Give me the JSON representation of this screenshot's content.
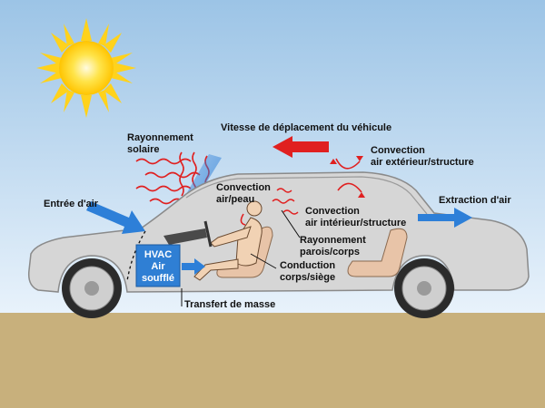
{
  "labels": {
    "vehicle_speed": "Vitesse de déplacement du véhicule",
    "solar_radiation": [
      "Rayonnement",
      "solaire"
    ],
    "air_inlet": "Entrée d'air",
    "convection_skin": [
      "Convection",
      "air/peau"
    ],
    "convection_ext": [
      "Convection",
      "air extérieur/structure"
    ],
    "convection_int": [
      "Convection",
      "air intérieur/structure"
    ],
    "air_extraction": "Extraction d'air",
    "radiation_walls": [
      "Rayonnement",
      "parois/corps"
    ],
    "conduction": [
      "Conduction",
      "corps/siège"
    ],
    "hvac": [
      "HVAC",
      "Air",
      "soufflé"
    ],
    "mass_transfer": "Transfert de masse"
  },
  "colors": {
    "sky_top": "#9cc4e6",
    "sky_bottom": "#e6f1fb",
    "ground": "#c8b07c",
    "car_body": "#d6d6d6",
    "red_arrow": "#e02020",
    "blue_arrow": "#2d7fd8",
    "sun": "#ffd21c",
    "hvac_box": "#2f7fd4"
  },
  "icons": [
    "sun-icon",
    "car-icon",
    "driver-icon",
    "seat-icon",
    "wheel-icon"
  ]
}
